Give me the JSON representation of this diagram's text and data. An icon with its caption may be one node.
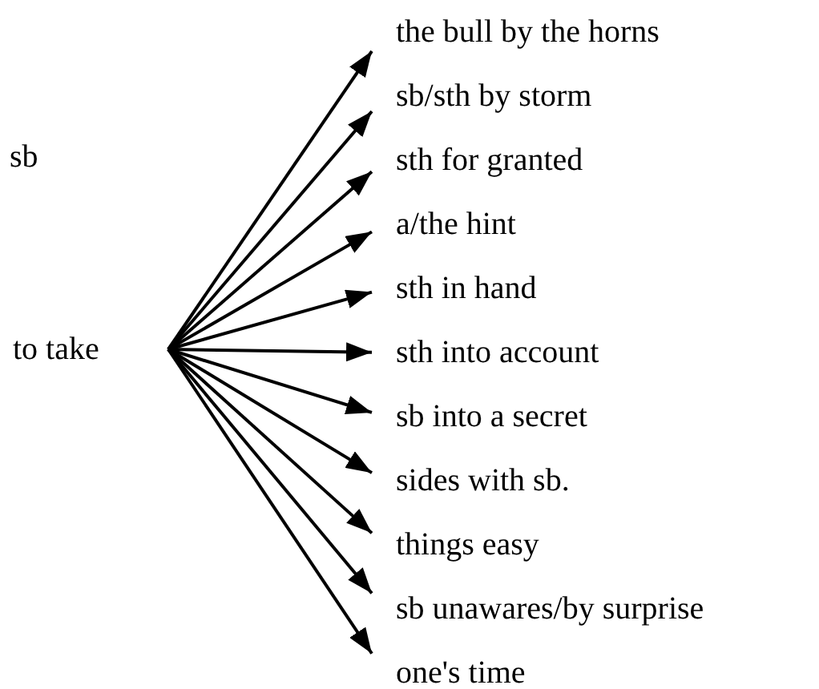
{
  "diagram": {
    "nodes": [
      {
        "text": [
          "to take"
        ]
      },
      {
        "text": [
          "the bull by the horns"
        ]
      },
      {
        "text": [
          "sb/sth by storm"
        ]
      },
      {
        "text": [
          "sth for granted"
        ]
      },
      {
        "text": [
          "a/the hint"
        ]
      },
      {
        "text": [
          "sth in hand"
        ]
      },
      {
        "text": [
          "sth into account"
        ]
      },
      {
        "text": [
          "sb into a secret"
        ]
      },
      {
        "text": [
          "sides with sb."
        ]
      },
      {
        "text": [
          "things easy"
        ]
      },
      {
        "text": [
          "sb unawares/by surprise"
        ]
      },
      {
        "text": [
          "one's time"
        ]
      }
    ],
    "edges": [
      {
        "from": 0,
        "to": 1,
        "arrow": "to"
      },
      {
        "from": 0,
        "to": 2,
        "arrow": "to"
      },
      {
        "from": 0,
        "to": 3,
        "arrow": "to"
      },
      {
        "from": 0,
        "to": 4,
        "arrow": "to"
      },
      {
        "from": 0,
        "to": 5,
        "arrow": "to"
      },
      {
        "from": 0,
        "to": 6,
        "arrow": "to"
      },
      {
        "from": 0,
        "to": 7,
        "arrow": "to"
      },
      {
        "from": 0,
        "to": 8,
        "arrow": "to"
      },
      {
        "from": 0,
        "to": 9,
        "arrow": "to"
      },
      {
        "from": 0,
        "to": 10,
        "arrow": "to"
      },
      {
        "from": 0,
        "to": 11,
        "arrow": "to"
      }
    ],
    "labels": [
      "sb"
    ]
  }
}
